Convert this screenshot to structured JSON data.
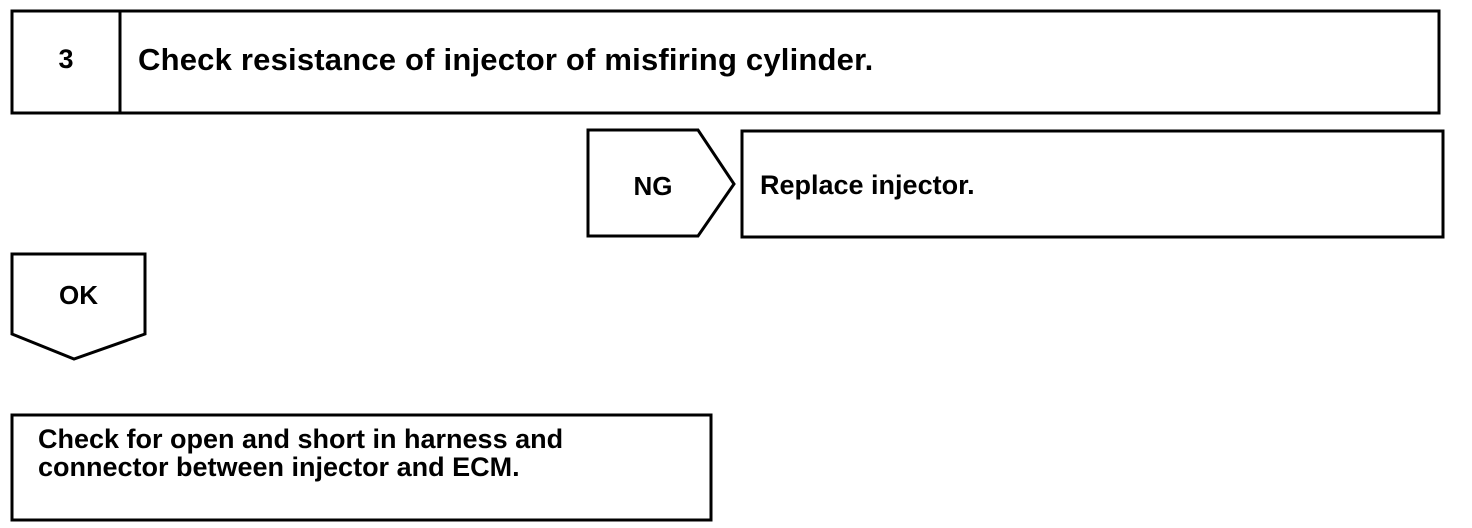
{
  "step": {
    "number": "3",
    "title": "Check resistance of injector of misfiring cylinder."
  },
  "ng_branch": {
    "label": "NG",
    "action": "Replace injector."
  },
  "ok_branch": {
    "label": "OK",
    "action": "Check for open and short in harness and connector between injector and ECM."
  }
}
